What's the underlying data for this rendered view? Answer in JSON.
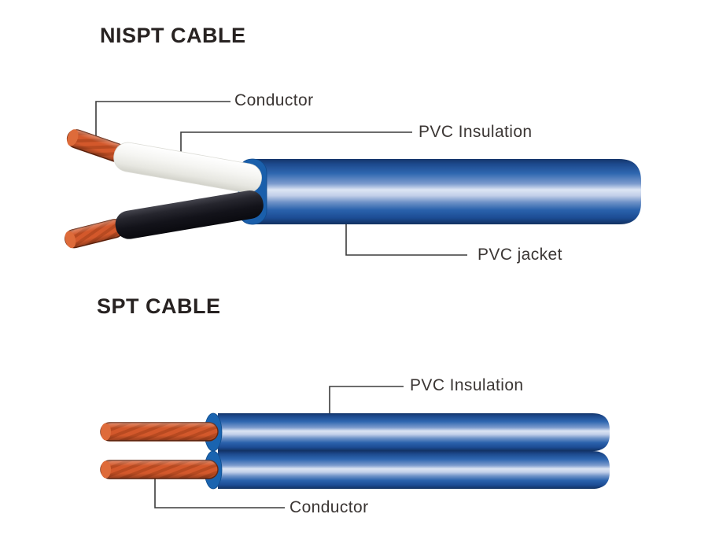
{
  "nispt": {
    "title": "NISPT CABLE",
    "labels": {
      "conductor": "Conductor",
      "insulation": "PVC Insulation",
      "jacket": "PVC jacket"
    }
  },
  "spt": {
    "title": "SPT CABLE",
    "labels": {
      "insulation": "PVC Insulation",
      "conductor": "Conductor"
    }
  },
  "colors": {
    "background": "#ffffff",
    "copper": "#d3582b",
    "copper_stripe": "#b84a21",
    "copper_outline": "#6b2810",
    "copper_tip": "#de6b3a",
    "jacket_blue_dark": "#14356a",
    "jacket_blue": "#2f67b0",
    "jacket_highlight": "#dce5f4",
    "end_cap_blue": "#1a5fab",
    "insulation_white": "#f4f4f1",
    "insulation_black": "#17171d",
    "label_text": "#3b3634",
    "title_text": "#272221",
    "leader_line": "#3b3b3b"
  }
}
